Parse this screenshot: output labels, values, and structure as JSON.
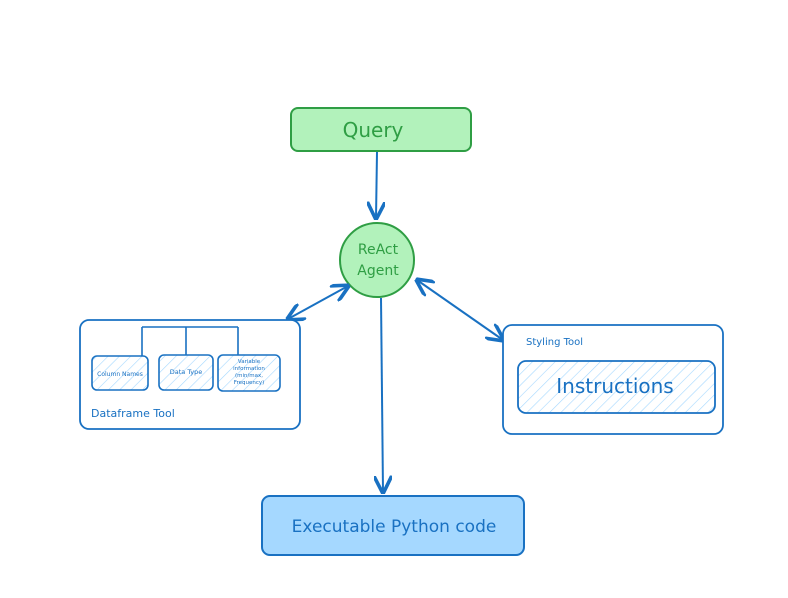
{
  "diagram": {
    "query_label": "Query",
    "agent_line1": "ReAct",
    "agent_line2": "Agent",
    "dataframe_tool": {
      "title": "Dataframe Tool",
      "items": [
        {
          "label": "Column Names"
        },
        {
          "label": "Data Type"
        },
        {
          "label_lines": [
            "Variable",
            "information",
            "(min/max,",
            "Frequency)"
          ]
        }
      ]
    },
    "styling_tool": {
      "title": "Styling Tool",
      "instructions_label": "Instructions"
    },
    "output_label": "Executable Python code"
  },
  "colors": {
    "green_fill": "#b2f2bb",
    "green_stroke": "#2f9e44",
    "blue_stroke": "#1971c2",
    "blue_fill": "#a5d8ff",
    "blue_hatch": "#a5d8ff"
  }
}
